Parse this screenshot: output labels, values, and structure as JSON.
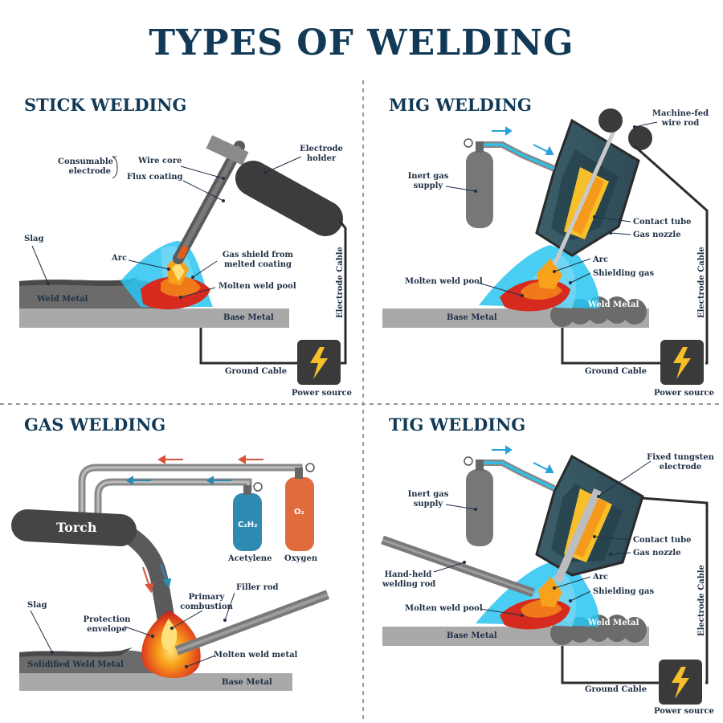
{
  "title": "TYPES OF WELDING",
  "stick": {
    "title": "STICK WELDING",
    "consumable_electrode": "Consumable\nelectrode",
    "wire_core": "Wire core",
    "flux_coating": "Flux coating",
    "electrode_holder": "Electrode\nholder",
    "slag": "Slag",
    "arc": "Arc",
    "gas_shield": "Gas shield from\nmelted coating",
    "molten_weld_pool": "Molten weld pool",
    "weld_metal": "Weld Metal",
    "base_metal": "Base Metal",
    "electrode_cable": "Electrode Cable",
    "ground_cable": "Ground Cable",
    "power_source": "Power source"
  },
  "mig": {
    "title": "MIG WELDING",
    "machine_fed": "Machine-fed\nwire rod",
    "inert_gas": "Inert gas\nsupply",
    "contact_tube": "Contact tube",
    "gas_nozzle": "Gas nozzle",
    "arc": "Arc",
    "shielding_gas": "Shielding gas",
    "molten_weld_pool": "Molten weld pool",
    "weld_metal": "Weld Metal",
    "base_metal": "Base Metal",
    "electrode_cable": "Electrode Cable",
    "ground_cable": "Ground Cable",
    "power_source": "Power source"
  },
  "gas": {
    "title": "GAS WELDING",
    "torch": "Torch",
    "acetylene_formula": "C₂H₂",
    "oxygen_formula": "O₂",
    "acetylene": "Acetylene",
    "oxygen": "Oxygen",
    "slag": "Slag",
    "primary_combustion": "Primary\ncombustion",
    "filler_rod": "Filler rod",
    "protection_envelope": "Protection\nenvelope",
    "molten_weld_metal": "Molten weld metal",
    "solidified_weld_metal": "Solidified Weld Metal",
    "base_metal": "Base Metal"
  },
  "tig": {
    "title": "TIG WELDING",
    "fixed_tungsten": "Fixed tungsten\nelectrode",
    "inert_gas": "Inert gas\nsupply",
    "contact_tube": "Contact tube",
    "gas_nozzle": "Gas nozzle",
    "hand_held_rod": "Hand-held\nwelding rod",
    "arc": "Arc",
    "shielding_gas": "Shielding gas",
    "molten_weld_pool": "Molten weld pool",
    "weld_metal": "Weld Metal",
    "base_metal": "Base Metal",
    "electrode_cable": "Electrode Cable",
    "ground_cable": "Ground Cable",
    "power_source": "Power source"
  },
  "colors": {
    "title": "#123a57",
    "cyan": "#29c4f0",
    "steel": "#6e6e6e",
    "dark": "#3a3a3a",
    "orange": "#f07a1a",
    "red": "#d62a1f",
    "yellow": "#f7c02a",
    "acetylene": "#2f8ab2",
    "oxygen": "#e06b3c"
  }
}
